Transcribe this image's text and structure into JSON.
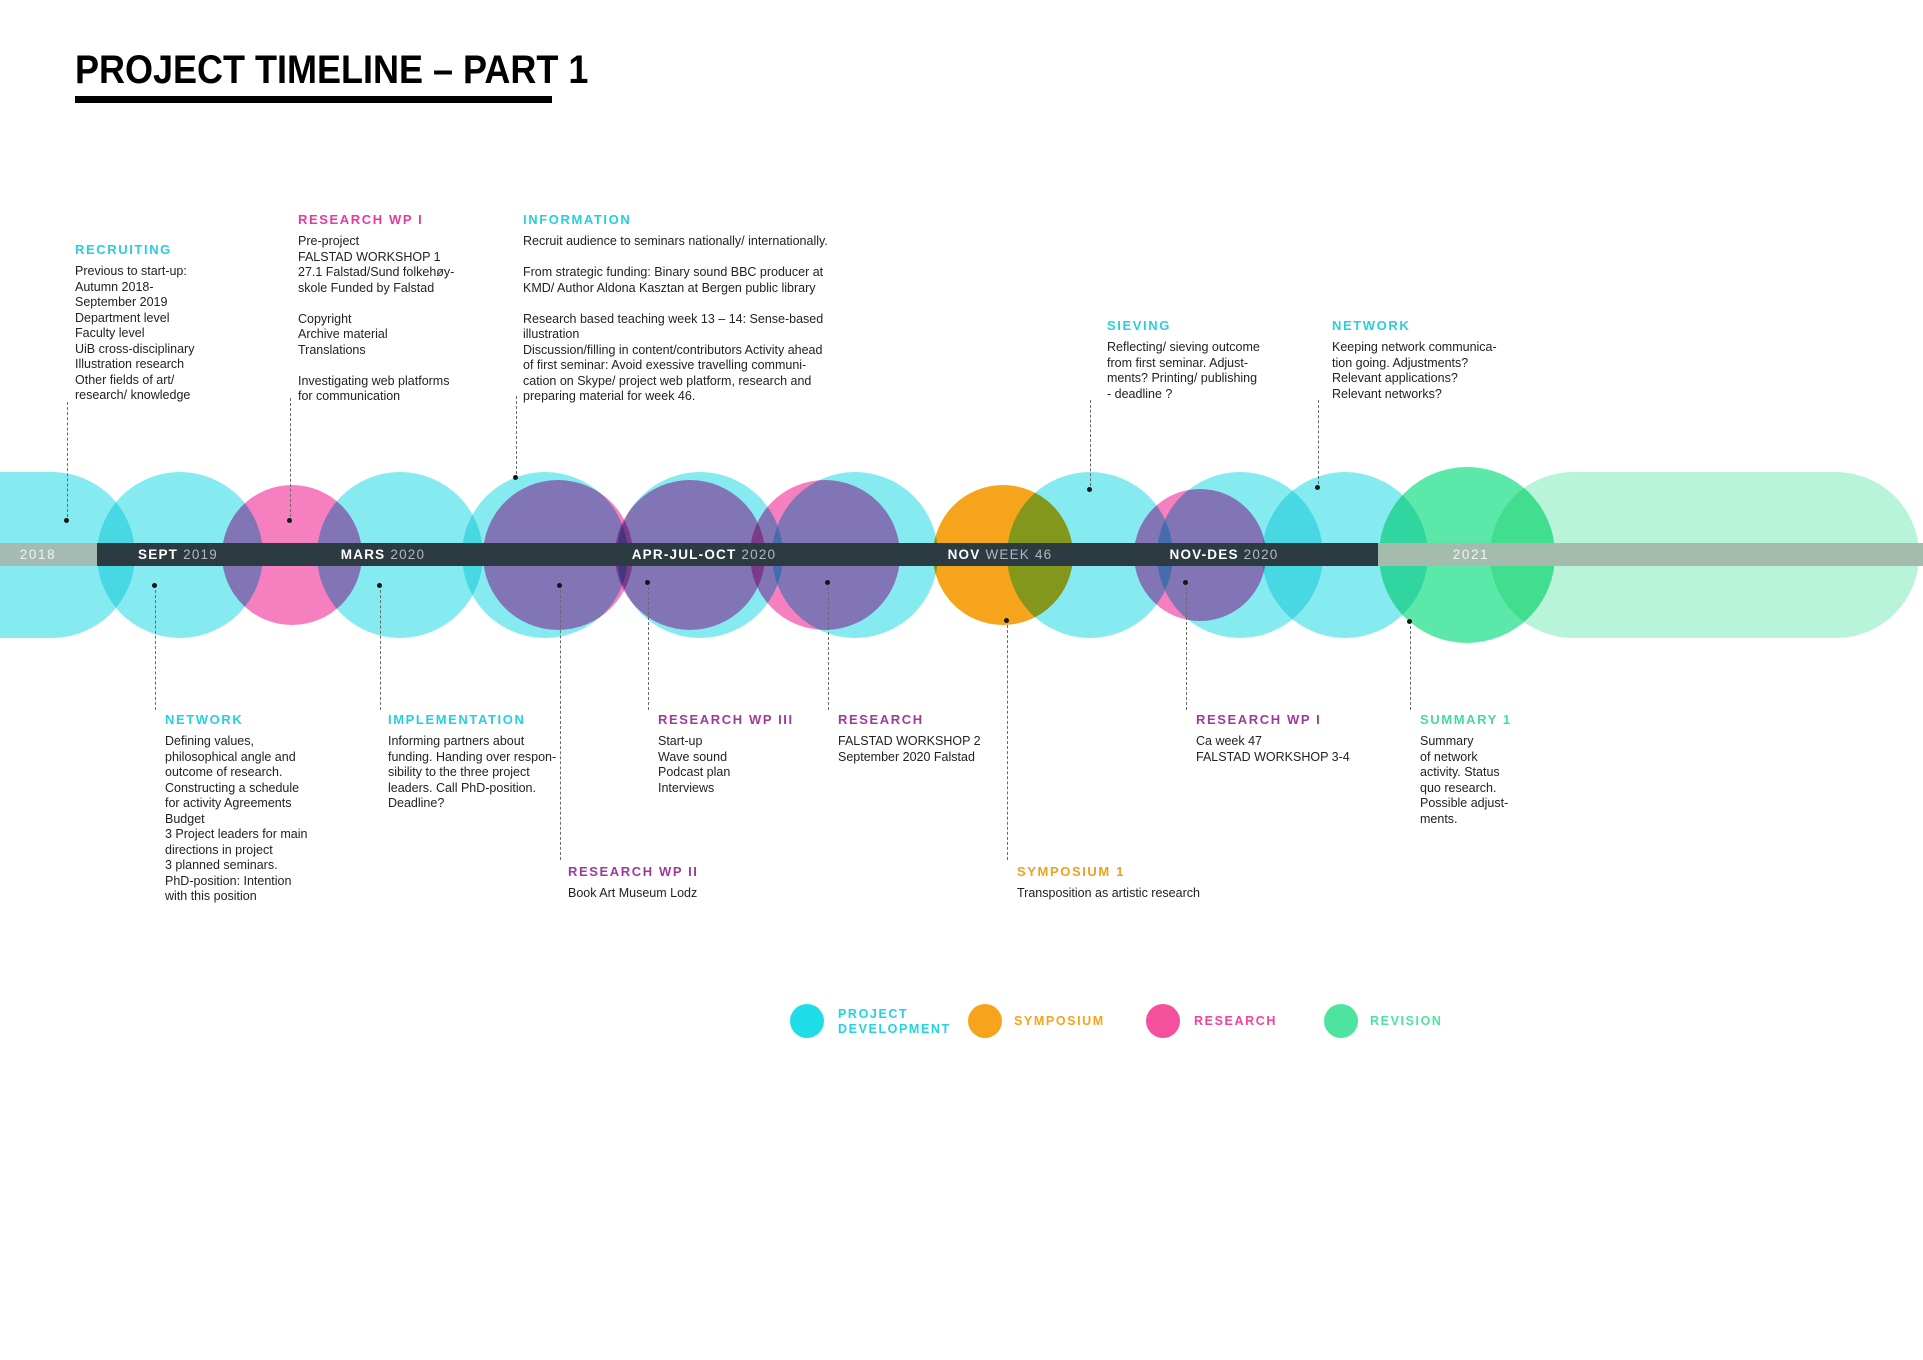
{
  "title": "PROJECT TIMELINE – PART 1",
  "timeline": {
    "labels": [
      {
        "bold": "2018",
        "light": ""
      },
      {
        "bold": "SEPT",
        "light": "2019"
      },
      {
        "bold": "MARS",
        "light": "2020"
      },
      {
        "bold": "APR-JUL-OCT",
        "light": "2020"
      },
      {
        "bold": "NOV",
        "light": "WEEK 46"
      },
      {
        "bold": "NOV-DES",
        "light": "2020"
      },
      {
        "bold": "2021",
        "light": ""
      }
    ]
  },
  "annotations_top": [
    {
      "heading": "RECRUITING",
      "body": "Previous to start-up:\nAutumn 2018-\nSeptember 2019\nDepartment level\nFaculty level\nUiB cross-disciplinary\nIllustration research\nOther fields of art/\nresearch/ knowledge"
    },
    {
      "heading": "RESEARCH WP I",
      "body": "Pre-project\nFALSTAD WORKSHOP 1\n27.1 Falstad/Sund folkehøy-\nskole Funded by Falstad\n\nCopyright\nArchive material\nTranslations\n\nInvestigating web platforms\nfor communication"
    },
    {
      "heading": "INFORMATION",
      "body": "Recruit audience to seminars nationally/ internationally.\n\nFrom strategic funding: Binary sound BBC producer at\nKMD/ Author Aldona Kasztan at Bergen public library\n\nResearch based teaching week 13 – 14: Sense-based\nillustration\nDiscussion/filling in content/contributors Activity ahead\nof first seminar: Avoid exessive travelling communi-\ncation on Skype/ project web platform, research and\npreparing material for week 46."
    },
    {
      "heading": "SIEVING",
      "body": "Reflecting/ sieving outcome\nfrom first seminar. Adjust-\nments? Printing/ publishing\n- deadline ?"
    },
    {
      "heading": "NETWORK",
      "body": "Keeping network communica-\ntion going. Adjustments?\nRelevant applications?\nRelevant networks?"
    }
  ],
  "annotations_bottom": [
    {
      "heading": "NETWORK",
      "body": "Defining values,\nphilosophical angle and\noutcome of research.\nConstructing a schedule\nfor activity Agreements\nBudget\n3 Project leaders for main\ndirections in project\n3 planned seminars.\nPhD-position: Intention\nwith this position"
    },
    {
      "heading": "IMPLEMENTATION",
      "body": "Informing partners about\nfunding. Handing over respon-\nsibility to the three project\nleaders. Call PhD-position.\nDeadline?"
    },
    {
      "heading": "RESEARCH WP III",
      "body": "Start-up\nWave sound\nPodcast plan\nInterviews"
    },
    {
      "heading": "RESEARCH",
      "body": "FALSTAD WORKSHOP 2\nSeptember 2020 Falstad"
    },
    {
      "heading": "RESEARCH WP I",
      "body": "Ca week 47\nFALSTAD WORKSHOP 3-4"
    },
    {
      "heading": "SUMMARY 1",
      "body": "Summary\nof network\nactivity. Status\nquo research.\nPossible adjust-\nments."
    },
    {
      "heading": "RESEARCH WP II",
      "body": "Book Art Museum Lodz"
    },
    {
      "heading": "SYMPOSIUM 1",
      "body": "Transposition as artistic research"
    }
  ],
  "legend": {
    "items": [
      {
        "label": "PROJECT\nDEVELOPMENT"
      },
      {
        "label": "SYMPOSIUM"
      },
      {
        "label": "RESEARCH"
      },
      {
        "label": "REVISION"
      }
    ]
  },
  "colors": {
    "project_development": "#1fdde7",
    "symposium": "#f6a41c",
    "research": "#f4509c",
    "revision": "#4fe3a0",
    "purple_overlap": "#8175b5",
    "timeline_bar": "#2c3a42"
  }
}
